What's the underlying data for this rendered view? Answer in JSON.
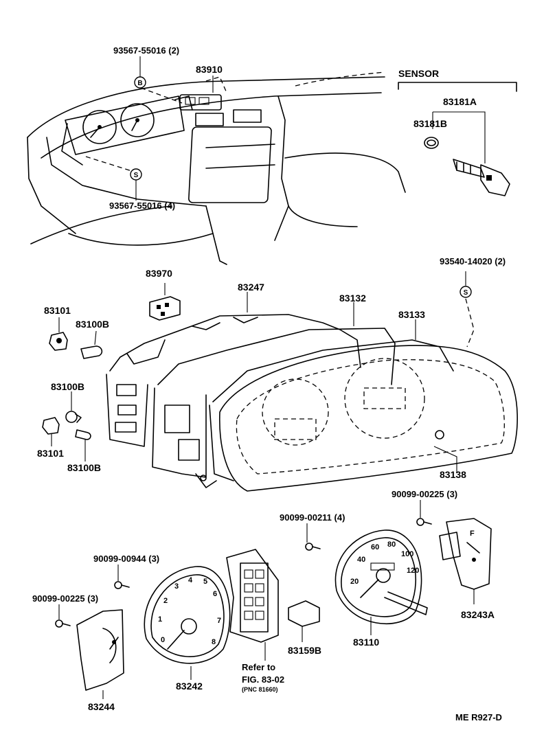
{
  "parts": {
    "p93567_55016_2": "93567-55016 (2)",
    "p83910": "83910",
    "p93567_55016_4": "93567-55016 (4)",
    "sensor_header": "SENSOR",
    "p83181A": "83181A",
    "p83181B": "83181B",
    "p83970": "83970",
    "p83247": "83247",
    "p83132": "83132",
    "p83133": "83133",
    "p93540_14020_2": "93540-14020 (2)",
    "p83101_top": "83101",
    "p83100B_top": "83100B",
    "p83100B_mid": "83100B",
    "p83101_bot": "83101",
    "p83100B_bot": "83100B",
    "p83138": "83138",
    "p90099_00225_right": "90099-00225 (3)",
    "p90099_00211": "90099-00211 (4)",
    "p90099_00944": "90099-00944 (3)",
    "p90099_00225_left": "90099-00225 (3)",
    "p83243A": "83243A",
    "p83110": "83110",
    "p83159B": "83159B",
    "p83242": "83242",
    "p83244": "83244",
    "refer_line1": "Refer to",
    "refer_line2": "FIG. 83-02",
    "refer_line3": "(PNC 81660)"
  },
  "fastener_symbols": {
    "b_symbol": "B",
    "s_symbol": "S"
  },
  "footer_code": "ME R927-D"
}
